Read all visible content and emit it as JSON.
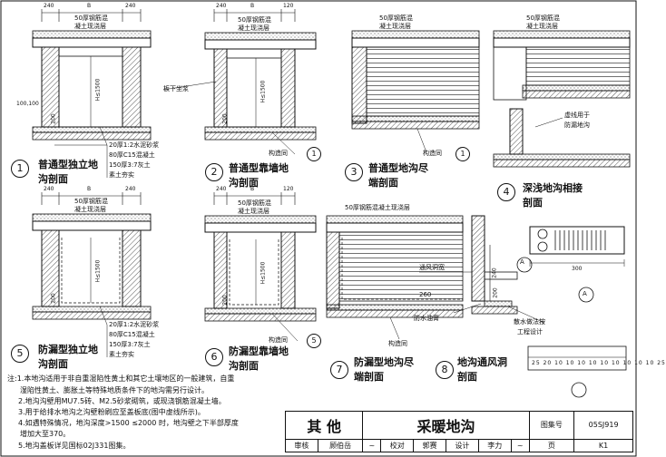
{
  "drawings": {
    "d1": {
      "num": "1",
      "caption": [
        "普通型独立地",
        "沟剖面"
      ],
      "top_note": [
        "50厚钢筋混",
        "凝土现浇层"
      ],
      "layers": [
        "20厚1:2水泥砂浆",
        "80厚C15混凝土",
        "150厚3:7灰土",
        "素土夯实"
      ],
      "dims": {
        "w1": "240",
        "wB": "B",
        "w2": "240",
        "h": "H≤1500",
        "s": "100,100",
        "b200": "200"
      }
    },
    "d2": {
      "num": "2",
      "caption": [
        "普通型靠墙地",
        "沟剖面"
      ],
      "top_note": [
        "50厚钢筋混",
        "凝土现浇层"
      ],
      "leader": "板下坐浆",
      "ref_text": "构造同",
      "ref_num": "1",
      "dims": {
        "w1": "240",
        "wB": "B",
        "w2": "120",
        "h": "H≤1500",
        "b200": "200"
      }
    },
    "d3": {
      "num": "3",
      "caption": [
        "普通型地沟尽",
        "端剖面"
      ],
      "top_note": [
        "50厚钢筋混",
        "凝土现浇层"
      ],
      "ref_text": "构造同",
      "ref_num": "1"
    },
    "d4": {
      "num": "4",
      "caption": [
        "深浅地沟相接",
        "剖面"
      ],
      "top_note": [
        "50厚钢筋混",
        "凝土现浇层"
      ],
      "leader": [
        "虚线用于",
        "防漏地沟"
      ]
    },
    "d5": {
      "num": "5",
      "caption": [
        "防漏型独立地",
        "沟剖面"
      ],
      "top_note": [
        "50厚钢筋混",
        "凝土现浇层"
      ],
      "layers": [
        "20厚1:2水泥砂浆",
        "80厚C15混凝土",
        "150厚3:7灰土",
        "素土夯实"
      ],
      "dims": {
        "w1": "240",
        "wB": "B",
        "w2": "240",
        "h": "H≤1500",
        "b200": "200"
      }
    },
    "d6": {
      "num": "6",
      "caption": [
        "防漏型靠墙地",
        "沟剖面"
      ],
      "top_note": [
        "50厚钢筋混",
        "凝土现浇层"
      ],
      "ref_text": "构造同",
      "ref_num": "5",
      "dims": {
        "w1": "240",
        "wB": "B",
        "w2": "120",
        "h": "H≤1500",
        "b200": "200"
      }
    },
    "d7": {
      "num": "7",
      "caption": [
        "防漏型地沟尽",
        "端剖面"
      ],
      "top_note": "50厚钢筋混凝土现浇层",
      "ref_text": "构造同"
    },
    "d8": {
      "num": "8",
      "caption": [
        "地沟通风洞",
        "剖面"
      ],
      "labels": {
        "vent": "通风洞宽",
        "vent_w": "260",
        "waterproof": "防水油膏",
        "door_a": "A",
        "dim240": "240",
        "dim300": "300",
        "dim200": "200",
        "reinforce": [
          "散水做法按",
          "工程设计"
        ]
      },
      "detail_a": "A",
      "dim_row": [
        "25",
        "20",
        "10",
        "10",
        "10",
        "10",
        "10",
        "10",
        "10",
        "10",
        "10",
        "25"
      ]
    }
  },
  "notes": [
    "注:1.本地沟适用于非自重湿陷性黄土和其它土壤地区的一般建筑，自重",
    "湿陷性黄土、膨胀土等特殊地质条件下的地沟需另行设计。",
    "2.地沟沟壁用MU7.5砖、M2.5砂浆砌筑，或现浇钢筋混凝土墙。",
    "3.用于给排水地沟之沟壁粉刷应至盖板底(图中虚线所示)。",
    "4.如遇特殊情况，地沟深度>1500 ≤2000 时，地沟壁之下半部厚度",
    "增加大至370。",
    "5.地沟盖板详见国标02J331图集。"
  ],
  "title_block": {
    "category": "其 他",
    "title": "采暖地沟",
    "atlas_label": "图集号",
    "atlas_no": "05SJ919",
    "review_label": "审核",
    "reviewer": "顾伯岳",
    "check_label": "校对",
    "checker": "郭赛",
    "design_label": "设计",
    "designer": "李力",
    "page_label": "页",
    "page_no": "K1"
  }
}
